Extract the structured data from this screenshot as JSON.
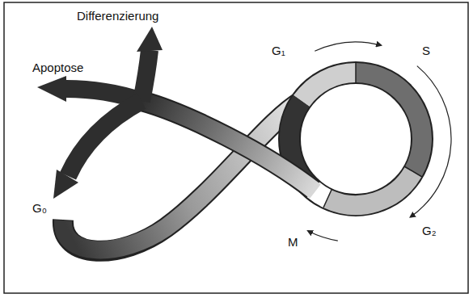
{
  "diagram": {
    "labels": [
      "Apoptose",
      "Differenzierung",
      "G₁",
      "S",
      "G₂",
      "M",
      "G₀"
    ]
  }
}
